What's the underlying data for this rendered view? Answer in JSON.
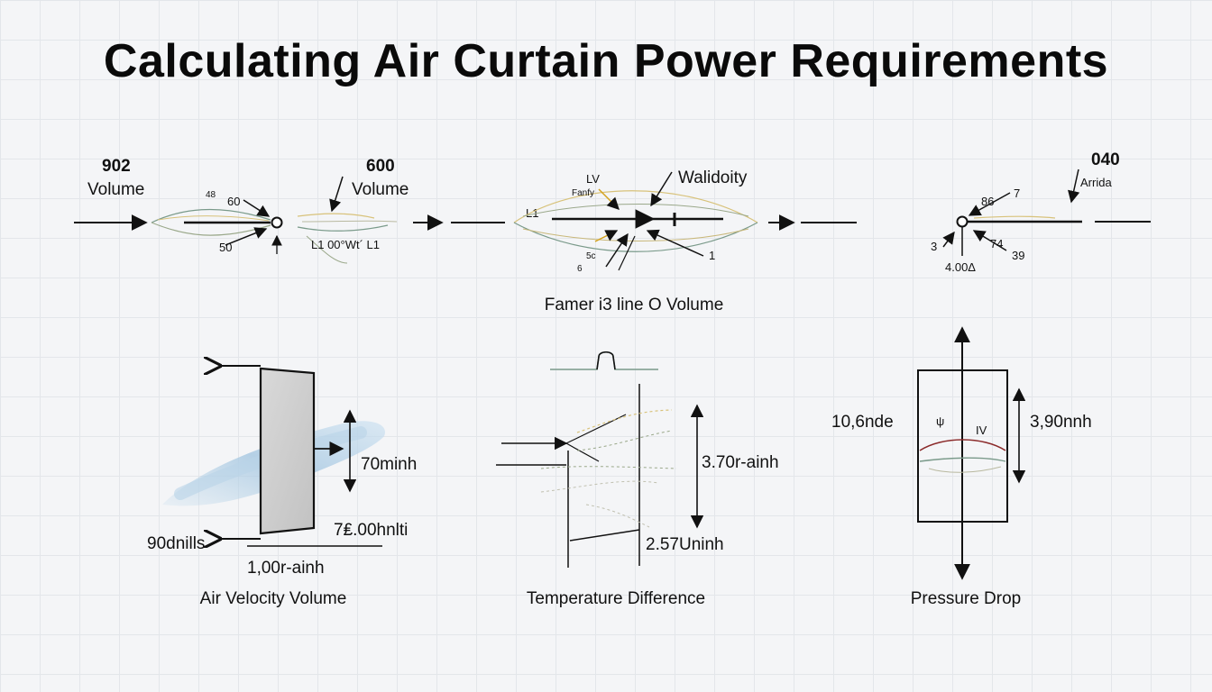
{
  "title": "Calculating Air Curtain  Power Requirements",
  "top_row": {
    "left": {
      "value_a": "902",
      "label_a": "Volume",
      "value_b": "600",
      "label_b": "Volume",
      "small_1": "48",
      "small_2": "60",
      "small_3": "50",
      "small_4": "L1 00°Wt´ L1"
    },
    "center": {
      "label_lv": "LV",
      "label_fanfy": "Fanfy",
      "label_l1": "L1",
      "label_velocity": "Walidoity",
      "small_5c": "5c",
      "small_6": "6",
      "small_1": "1",
      "caption": "Famer i3 line O Volume"
    },
    "right": {
      "value": "040",
      "label": "Arrida",
      "small_86": "86",
      "small_7": "7",
      "small_3": "3",
      "small_74": "74",
      "small_39": "39",
      "small_400": "4.00Δ"
    }
  },
  "panels": [
    {
      "caption": "Air Velocity Volume",
      "labels": [
        "70minh",
        "7₤.00hnlti",
        "90dnills",
        "1,00r-ainh"
      ]
    },
    {
      "caption": "Temperature Difference",
      "labels": [
        "3.70r-ainh",
        "2.57Uninh"
      ]
    },
    {
      "caption": "Pressure Drop",
      "labels": [
        "10,6nde",
        "3,90nnh",
        "IV",
        "ψ"
      ]
    }
  ]
}
